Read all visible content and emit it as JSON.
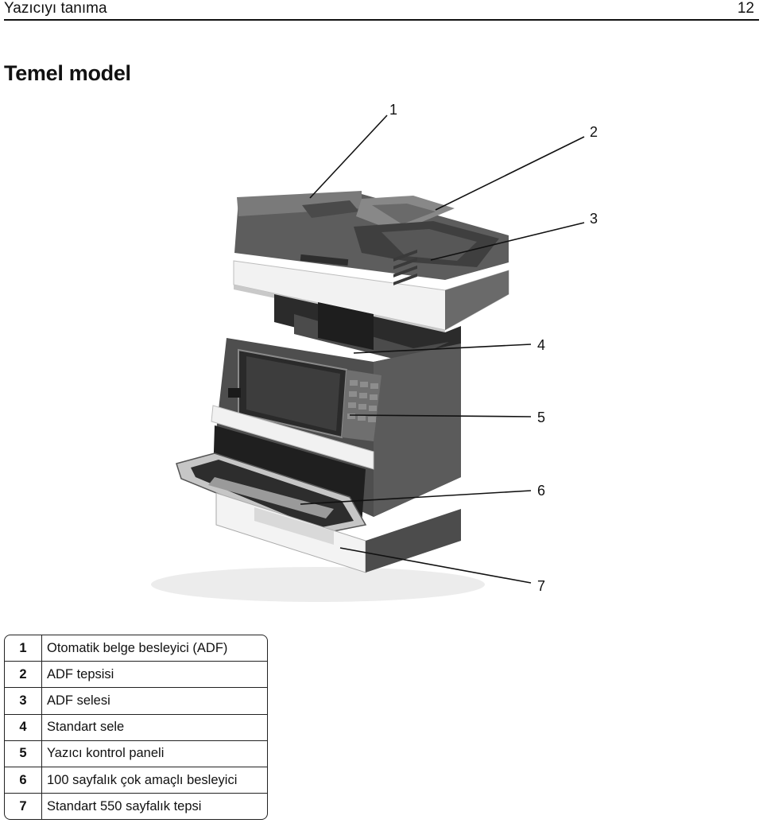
{
  "header": {
    "chapter": "Yazıcıyı tanıma",
    "page_number": "12"
  },
  "section_title": "Temel model",
  "callouts": [
    "1",
    "2",
    "3",
    "4",
    "5",
    "6",
    "7"
  ],
  "legend": [
    {
      "num": "1",
      "label": "Otomatik belge besleyici (ADF)"
    },
    {
      "num": "2",
      "label": "ADF tepsisi"
    },
    {
      "num": "3",
      "label": "ADF selesi"
    },
    {
      "num": "4",
      "label": "Standart sele"
    },
    {
      "num": "5",
      "label": "Yazıcı kontrol paneli"
    },
    {
      "num": "6",
      "label": "100 sayfalık çok amaçlı besleyici"
    },
    {
      "num": "7",
      "label": "Standart 550 sayfalık tepsi"
    }
  ]
}
